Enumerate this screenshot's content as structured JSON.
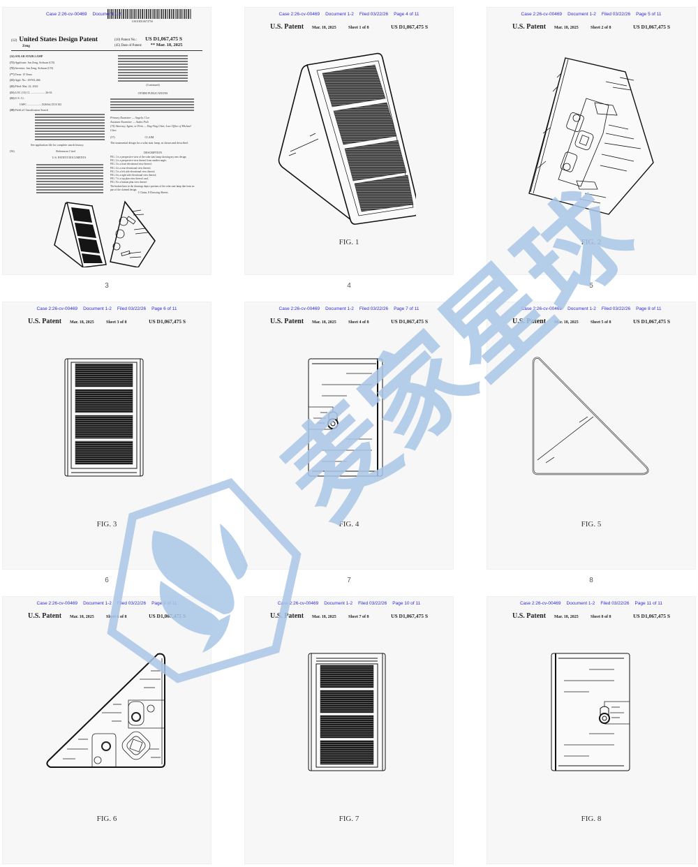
{
  "document": {
    "case_line": {
      "case": "Case 2:26-cv-00469",
      "document": "Document 1-2",
      "filed": "Filed 03/22/26"
    },
    "patent_label": "U.S. Patent",
    "patent_date": "Mar. 18, 2025",
    "patent_number": "US D1,067,475 S"
  },
  "pages": [
    {
      "page_of": "Page 3 of 11",
      "thumb_index": "3",
      "front": {
        "barcode_number": "USOOD1067475S",
        "title_prefix": "(12)",
        "title": "United States Design Patent",
        "inventor_short": "Zeng",
        "patent_no_label": "(10) Patent No.:",
        "patent_no": "US D1,067,475 S",
        "date_label": "(45) Date of Patent:",
        "date_value": "** Mar. 18, 2025",
        "fields": [
          {
            "code": "(54)",
            "text": "SOLAR STAIR LAMP"
          },
          {
            "code": "(71)",
            "text": "Applicant: Jun Zeng, Sichuan (CN)"
          },
          {
            "code": "(72)",
            "text": "Inventor: Jun Zeng, Sichuan (CN)"
          },
          {
            "code": "(**)",
            "text": "Term: 15 Years"
          },
          {
            "code": "(21)",
            "text": "Appl. No.: 29/931,466"
          },
          {
            "code": "(22)",
            "text": "Filed: Mar. 22, 2022"
          },
          {
            "code": "(51)",
            "text": "LOC (15) Cl. .................... 26-02"
          },
          {
            "code": "(52)",
            "text": "U.S. Cl."
          },
          {
            "code": "",
            "text": "USPC .................... D26/64; D13/102"
          },
          {
            "code": "(58)",
            "text": "Field of Classification Search"
          }
        ],
        "references_heading": "References Cited",
        "us_patent_docs_heading": "U.S. PATENT DOCUMENTS",
        "other_publications_heading": "OTHER PUBLICATIONS",
        "continued": "(Continued)",
        "primary_examiner": "Primary Examiner — Angela J Lee",
        "assistant_examiner": "Assistant Examiner — Audra Fish",
        "attorney": "(74) Attorney, Agent, or Firm — Ying-Ying Chen; Law Office of Michael Chen",
        "claim_heading": "CLAIM",
        "claim_text": "The ornamental design for a solar stair lamp, as shown and described.",
        "description_heading": "DESCRIPTION",
        "description_lines": [
          "FIG. 1 is a perspective view of the solar stair lamp showing my new design;",
          "FIG. 2 is a perspective view thereof from another angle;",
          "FIG. 3 is a front elevational view thereof;",
          "FIG. 4 is a rear elevational view thereof;",
          "FIG. 5 is a left side elevational view thereof;",
          "FIG. 6 is a right side elevational view thereof;",
          "FIG. 7 is a top plan view thereof; and,",
          "FIG. 8 is a bottom plan view thereof.",
          "The broken lines in the drawings depict portions of the solar stair lamp that form no part of the claimed design."
        ],
        "claims_summary": "1 Claim, 8 Drawing Sheets",
        "see_history": "See application file for complete search history."
      }
    },
    {
      "page_of": "Page 4 of 11",
      "sheet": "Sheet 1 of 8",
      "fig": "FIG. 1",
      "thumb_index": "4"
    },
    {
      "page_of": "Page 5 of 11",
      "sheet": "Sheet 2 of 8",
      "fig": "FIG. 2",
      "thumb_index": "5"
    },
    {
      "page_of": "Page 6 of 11",
      "sheet": "Sheet 3 of 8",
      "fig": "FIG. 3",
      "thumb_index": "6"
    },
    {
      "page_of": "Page 7 of 11",
      "sheet": "Sheet 4 of 8",
      "fig": "FIG. 4",
      "thumb_index": "7"
    },
    {
      "page_of": "Page 8 of 11",
      "sheet": "Sheet 5 of 8",
      "fig": "FIG. 5",
      "thumb_index": "8"
    },
    {
      "page_of": "Page 9 of 11",
      "sheet": "Sheet 6 of 8",
      "fig": "FIG. 6"
    },
    {
      "page_of": "Page 10 of 11",
      "sheet": "Sheet 7 of 8",
      "fig": "FIG. 7"
    },
    {
      "page_of": "Page 11 of 11",
      "sheet": "Sheet 8 of 8",
      "fig": "FIG. 8"
    }
  ],
  "colors": {
    "link_blue": "#2b2bd6",
    "watermark_blue": "#a9c6e6",
    "page_bg": "#f7f7f7"
  },
  "watermark": {
    "text": "麦家星球"
  }
}
